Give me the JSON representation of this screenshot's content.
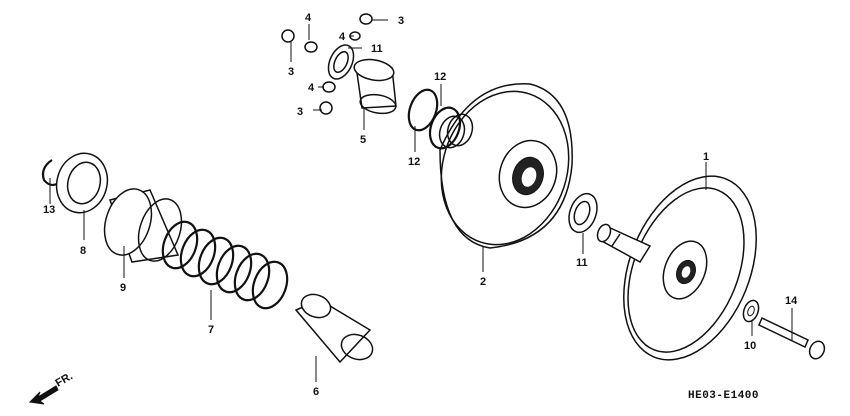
{
  "diagram": {
    "drawing_code": "HE03-E1400",
    "front_marker": "FR.",
    "part_labels": {
      "p1": "1",
      "p2": "2",
      "p3a": "3",
      "p3b": "3",
      "p3c": "3",
      "p4a": "4",
      "p4b": "4",
      "p4c": "4",
      "p5": "5",
      "p6": "6",
      "p7": "7",
      "p8": "8",
      "p9": "9",
      "p10": "10",
      "p11a": "11",
      "p11b": "11",
      "p12a": "12",
      "p12b": "12",
      "p13": "13",
      "p14": "14"
    }
  }
}
